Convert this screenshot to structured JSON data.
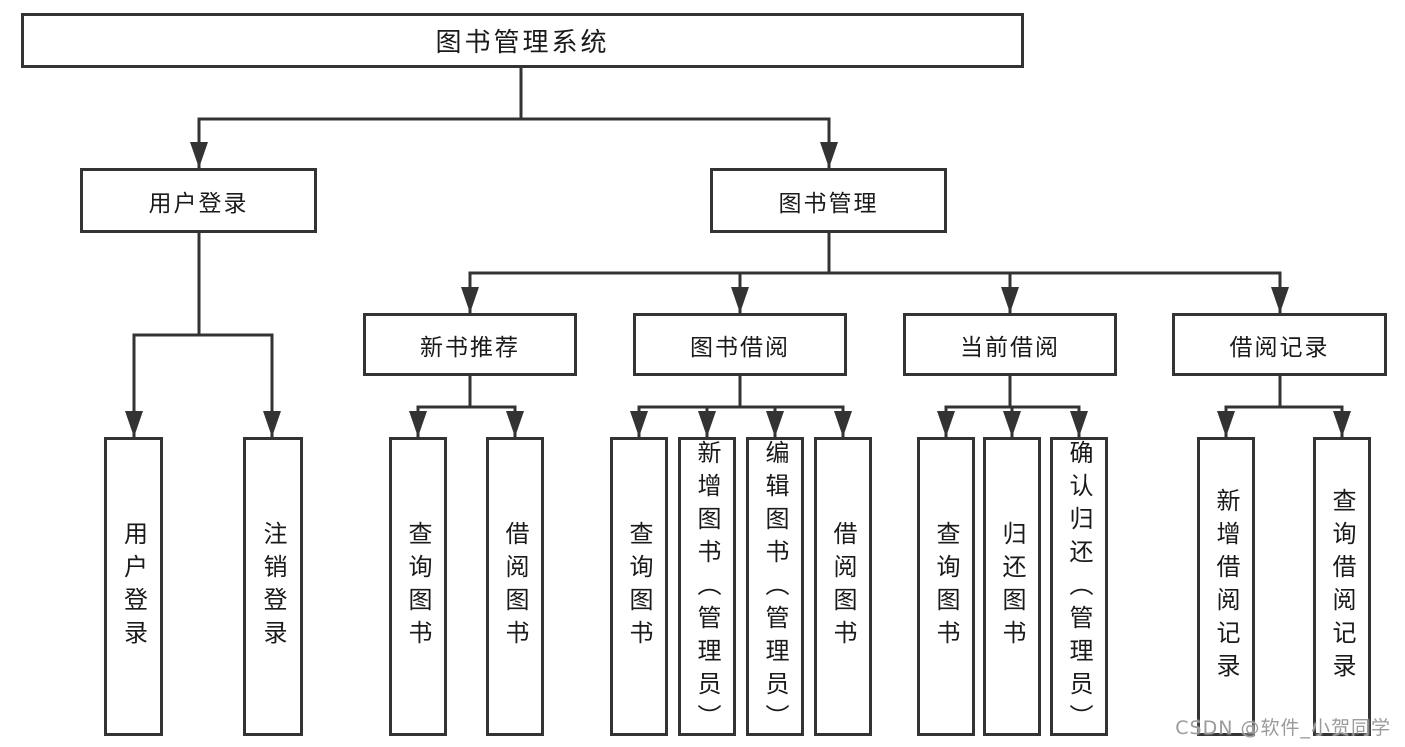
{
  "tree": {
    "root": {
      "label": "图书管理系统",
      "children": [
        {
          "label": "用户登录",
          "children": [
            {
              "label": "用户登录"
            },
            {
              "label": "注销登录"
            }
          ]
        },
        {
          "label": "图书管理",
          "children": [
            {
              "label": "新书推荐",
              "children": [
                {
                  "label": "查询图书"
                },
                {
                  "label": "借阅图书"
                }
              ]
            },
            {
              "label": "图书借阅",
              "children": [
                {
                  "label": "查询图书"
                },
                {
                  "label": "新增图书（管理员）"
                },
                {
                  "label": "编辑图书（管理员）"
                },
                {
                  "label": "借阅图书"
                }
              ]
            },
            {
              "label": "当前借阅",
              "children": [
                {
                  "label": "查询图书"
                },
                {
                  "label": "归还图书"
                },
                {
                  "label": "确认归还（管理员）"
                }
              ]
            },
            {
              "label": "借阅记录",
              "children": [
                {
                  "label": "新增借阅记录"
                },
                {
                  "label": "查询借阅记录"
                }
              ]
            }
          ]
        }
      ]
    }
  },
  "watermark": "CSDN @软件_小贺同学",
  "colors": {
    "line": "#333333",
    "text": "#1a1a1a",
    "watermark": "#9b9b9b",
    "background": "#ffffff"
  }
}
